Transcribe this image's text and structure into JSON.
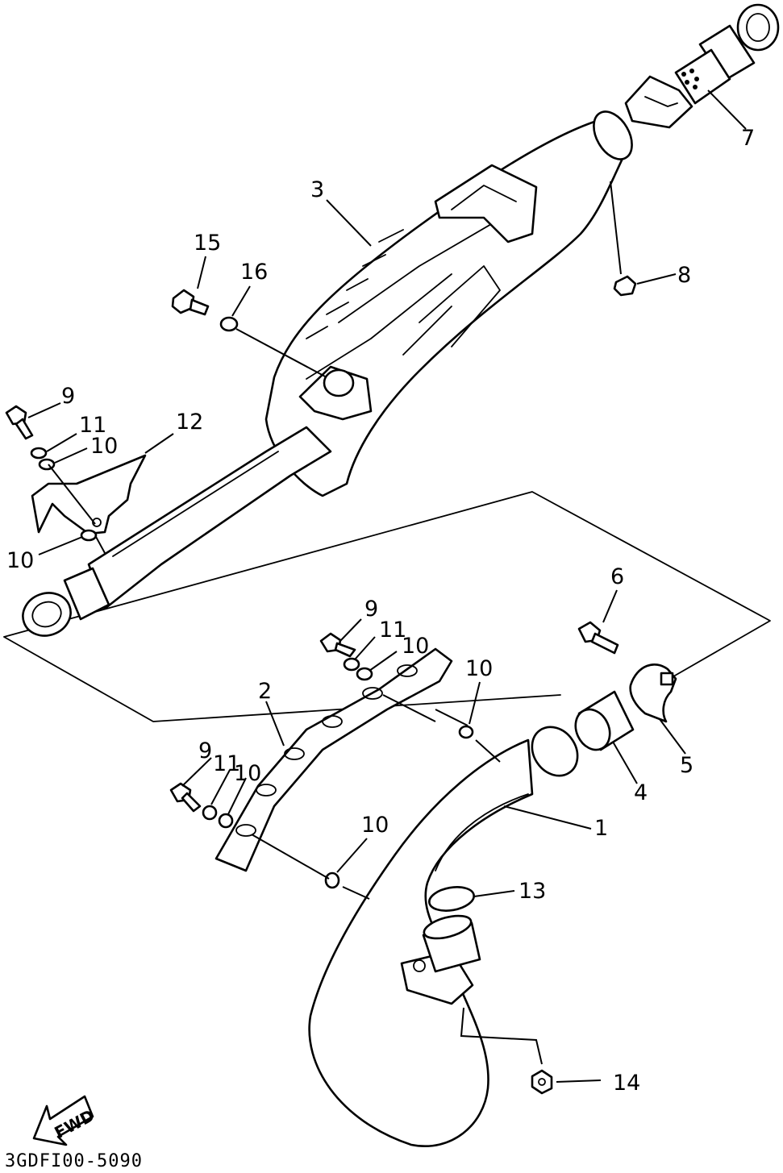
{
  "diagram_code": "3GDFI00-5090",
  "fwd_label": "FWD",
  "callouts": {
    "c1": "1",
    "c2": "2",
    "c3": "3",
    "c4": "4",
    "c5": "5",
    "c6": "6",
    "c7": "7",
    "c8": "8",
    "c9a": "9",
    "c9b": "9",
    "c9c": "9",
    "c10a": "10",
    "c10b": "10",
    "c10c": "10",
    "c10d": "10",
    "c10e": "10",
    "c10f": "10",
    "c11a": "11",
    "c11b": "11",
    "c11c": "11",
    "c12": "12",
    "c13": "13",
    "c14": "14",
    "c15": "15",
    "c16": "16"
  }
}
